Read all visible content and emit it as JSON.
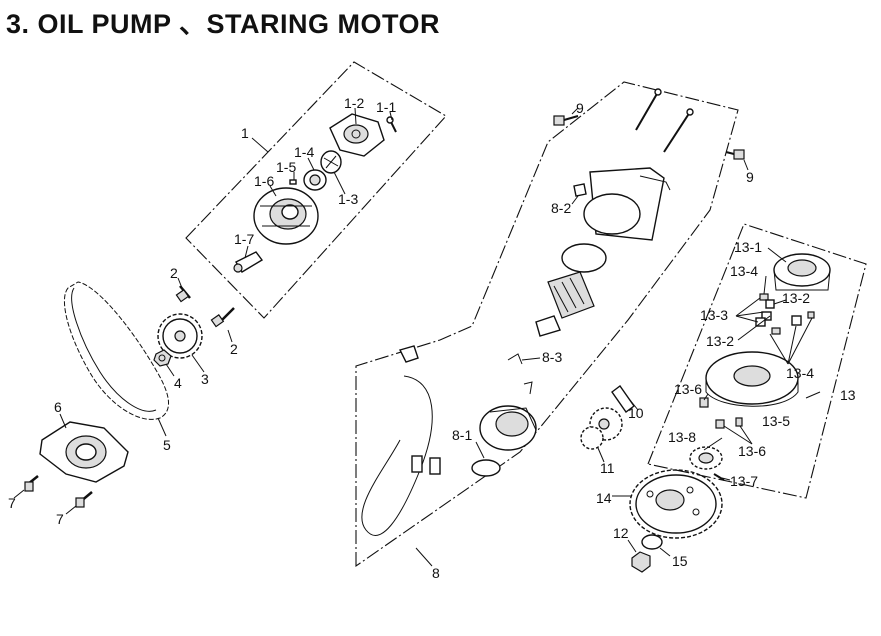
{
  "title": "3. OIL PUMP 、STARING MOTOR",
  "labels": {
    "p1": "1",
    "p1_1": "1-1",
    "p1_2": "1-2",
    "p1_3": "1-3",
    "p1_4": "1-4",
    "p1_5": "1-5",
    "p1_6": "1-6",
    "p1_7": "1-7",
    "p2a": "2",
    "p2b": "2",
    "p3": "3",
    "p4": "4",
    "p5": "5",
    "p6": "6",
    "p7a": "7",
    "p7b": "7",
    "p8": "8",
    "p8_1": "8-1",
    "p8_2": "8-2",
    "p8_3": "8-3",
    "p9a": "9",
    "p9b": "9",
    "p10": "10",
    "p11": "11",
    "p12": "12",
    "p13": "13",
    "p13_1": "13-1",
    "p13_2a": "13-2",
    "p13_2b": "13-2",
    "p13_3": "13-3",
    "p13_4a": "13-4",
    "p13_4b": "13-4",
    "p13_5": "13-5",
    "p13_6a": "13-6",
    "p13_6b": "13-6",
    "p13_7": "13-7",
    "p13_8": "13-8",
    "p14": "14",
    "p15": "15"
  }
}
